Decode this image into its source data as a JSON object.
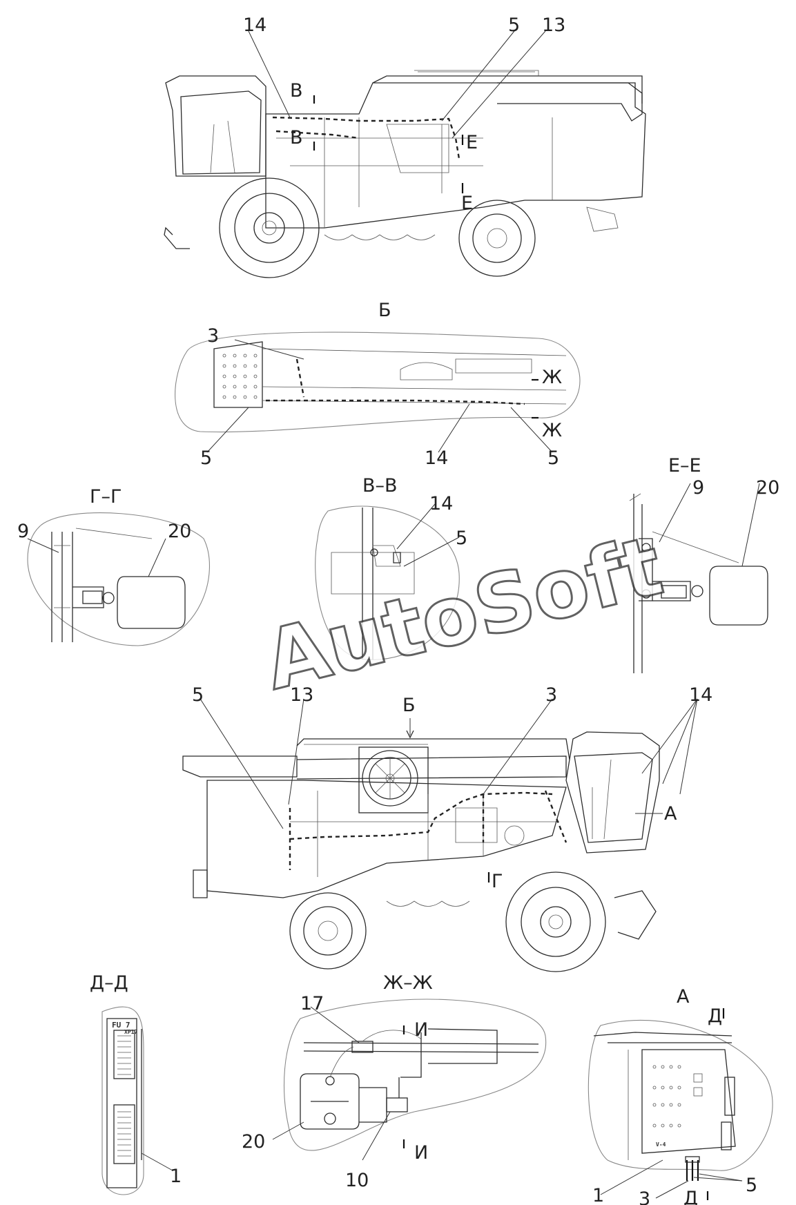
{
  "watermark": "AutoSoft",
  "callouts": {
    "top_view": [
      "14",
      "5",
      "13"
    ],
    "section_marks_top": [
      "В",
      "В",
      "Е",
      "Е"
    ],
    "view_b_title": "Б",
    "view_b": [
      "3",
      "5",
      "14",
      "5"
    ],
    "view_b_marks": [
      "Ж",
      "Ж"
    ],
    "gg_title": "Г–Г",
    "gg": [
      "9",
      "20"
    ],
    "vv_title": "В–В",
    "vv": [
      "14",
      "5"
    ],
    "ee_title": "Е–Е",
    "ee": [
      "9",
      "20"
    ],
    "bottom_view": [
      "5",
      "13",
      "Б",
      "3",
      "14",
      "А"
    ],
    "bottom_marks": [
      "Г"
    ],
    "dd_title": "Д–Д",
    "dd": [
      "1"
    ],
    "dd_plate": "FU 7",
    "dd_small": "XP17",
    "zz_title": "Ж–Ж",
    "zz": [
      "17",
      "20",
      "10"
    ],
    "zz_marks": [
      "И",
      "И"
    ],
    "a_title": "А",
    "a": [
      "1",
      "3",
      "5"
    ],
    "a_marks": [
      "Д",
      "Д"
    ],
    "a_small": "V-4"
  }
}
